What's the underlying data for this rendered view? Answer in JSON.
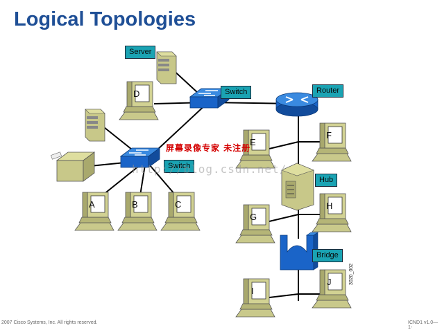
{
  "title": "Logical Topologies",
  "labels": {
    "server": "Server",
    "switch_top": "Switch",
    "router": "Router",
    "switch_bottom": "Switch",
    "hub": "Hub",
    "bridge": "Bridge"
  },
  "pcs": {
    "d": "D",
    "a": "A",
    "b": "B",
    "c": "C",
    "e": "E",
    "f": "F",
    "g": "G",
    "h": "H",
    "i": "I",
    "j": "J"
  },
  "watermarks": {
    "chinese": "屏幕录像专家 未注册",
    "url": "http://blog.csdn.net/"
  },
  "footer": {
    "copyright": "2007 Cisco Systems, Inc. All rights reserved.",
    "course": "ICND1 v1.0—1-"
  },
  "figure_id": "3020_002",
  "colors": {
    "title": "#1f4f96",
    "label_bg": "#1aa3b3",
    "device_blue": "#1a64c8",
    "pc_body": "#c8c889"
  }
}
